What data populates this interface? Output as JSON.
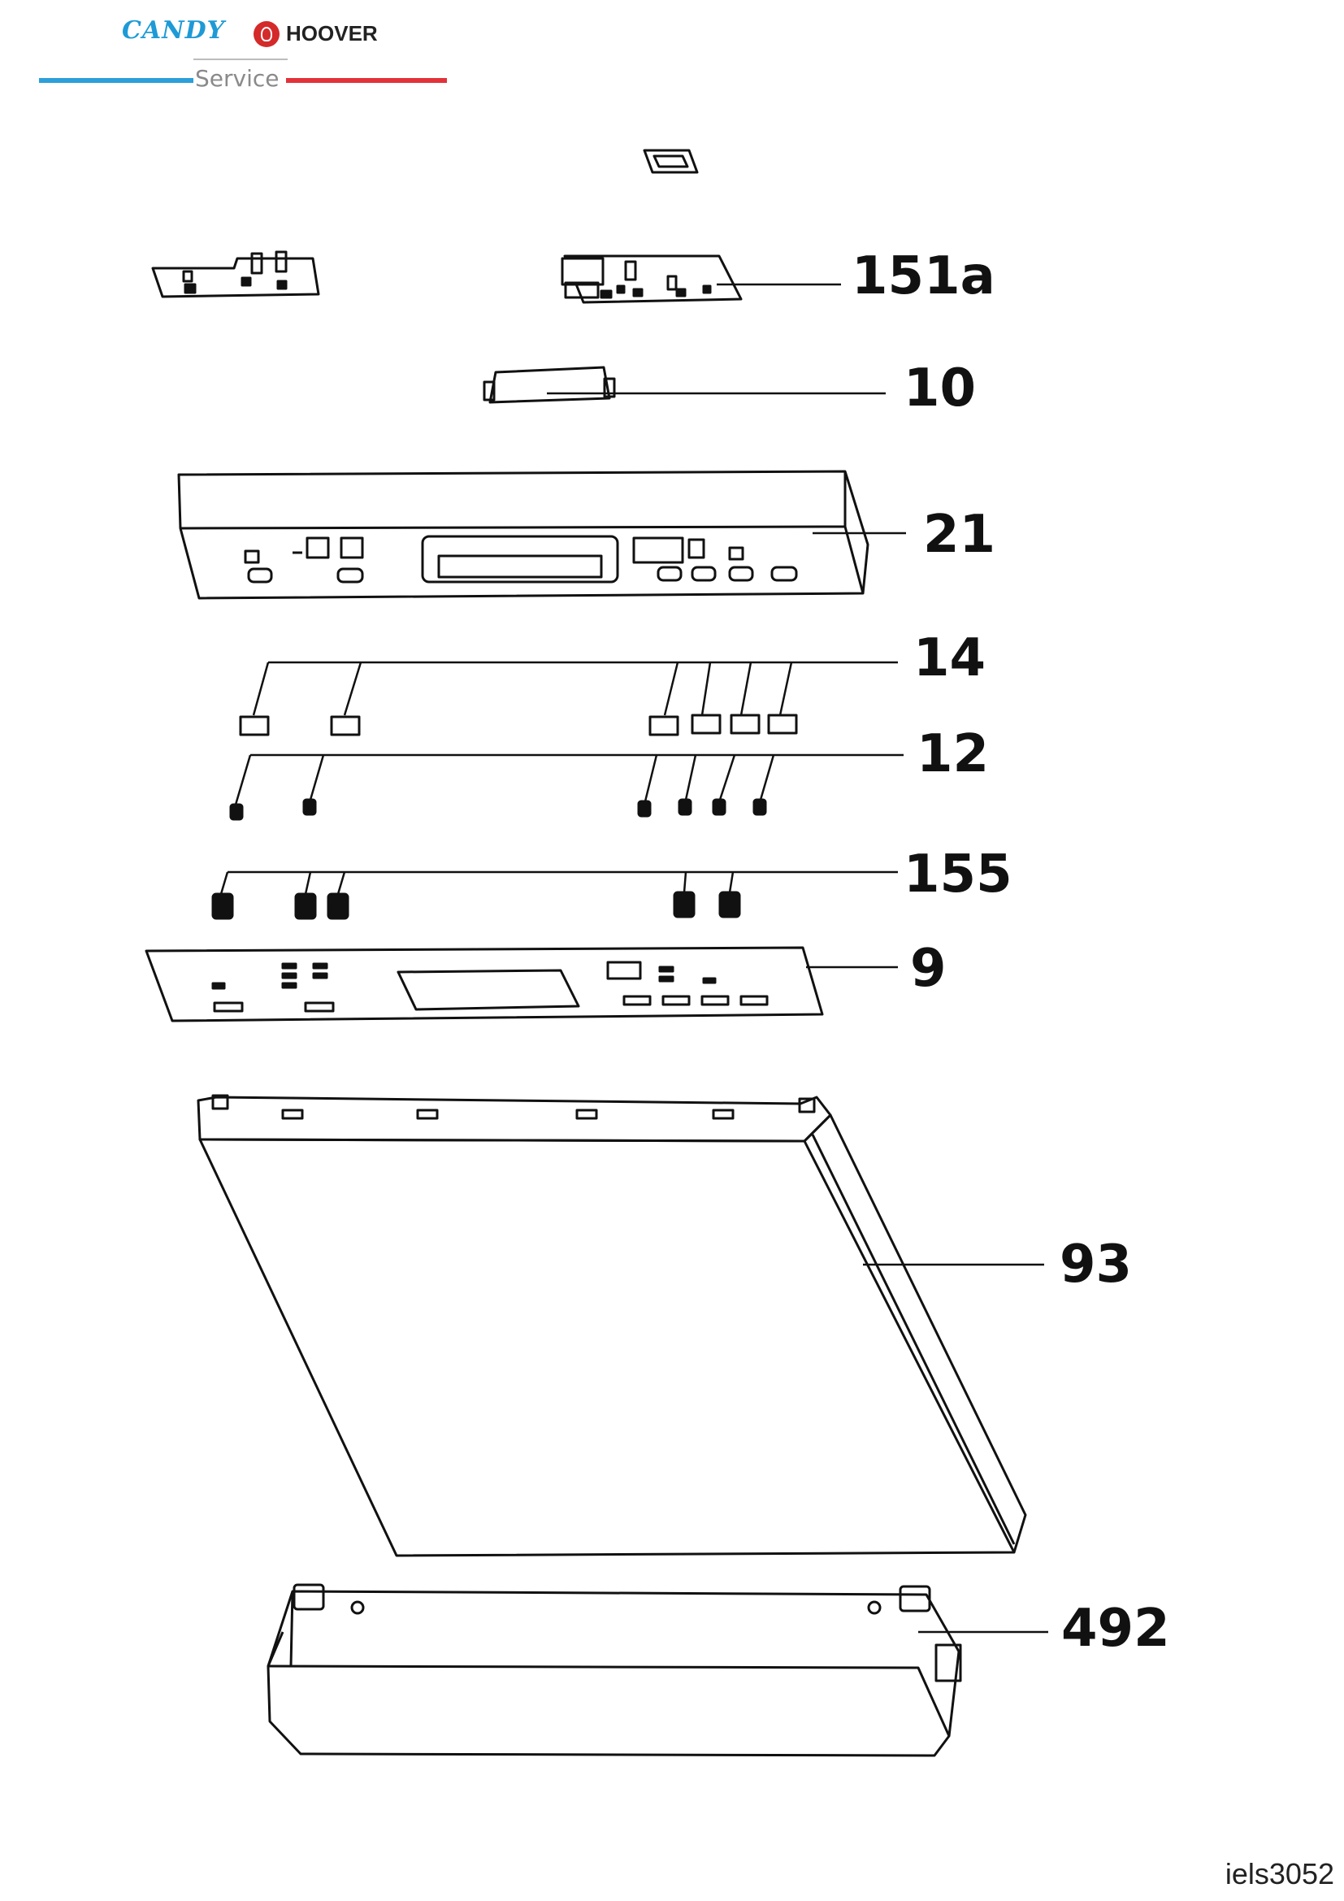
{
  "header": {
    "brand_candy": "CANDY",
    "brand_hoover": "HOOVER",
    "service": "Service",
    "colors": {
      "candy_blue": "#1e9ad6",
      "hoover_red": "#d42a2a"
    }
  },
  "callouts": [
    {
      "id": "151a",
      "label": "151a"
    },
    {
      "id": "10",
      "label": "10"
    },
    {
      "id": "21",
      "label": "21"
    },
    {
      "id": "14",
      "label": "14"
    },
    {
      "id": "12",
      "label": "12"
    },
    {
      "id": "155",
      "label": "155"
    },
    {
      "id": "9",
      "label": "9"
    },
    {
      "id": "93",
      "label": "93"
    },
    {
      "id": "492",
      "label": "492"
    }
  ],
  "footer": {
    "code": "iels3052"
  }
}
